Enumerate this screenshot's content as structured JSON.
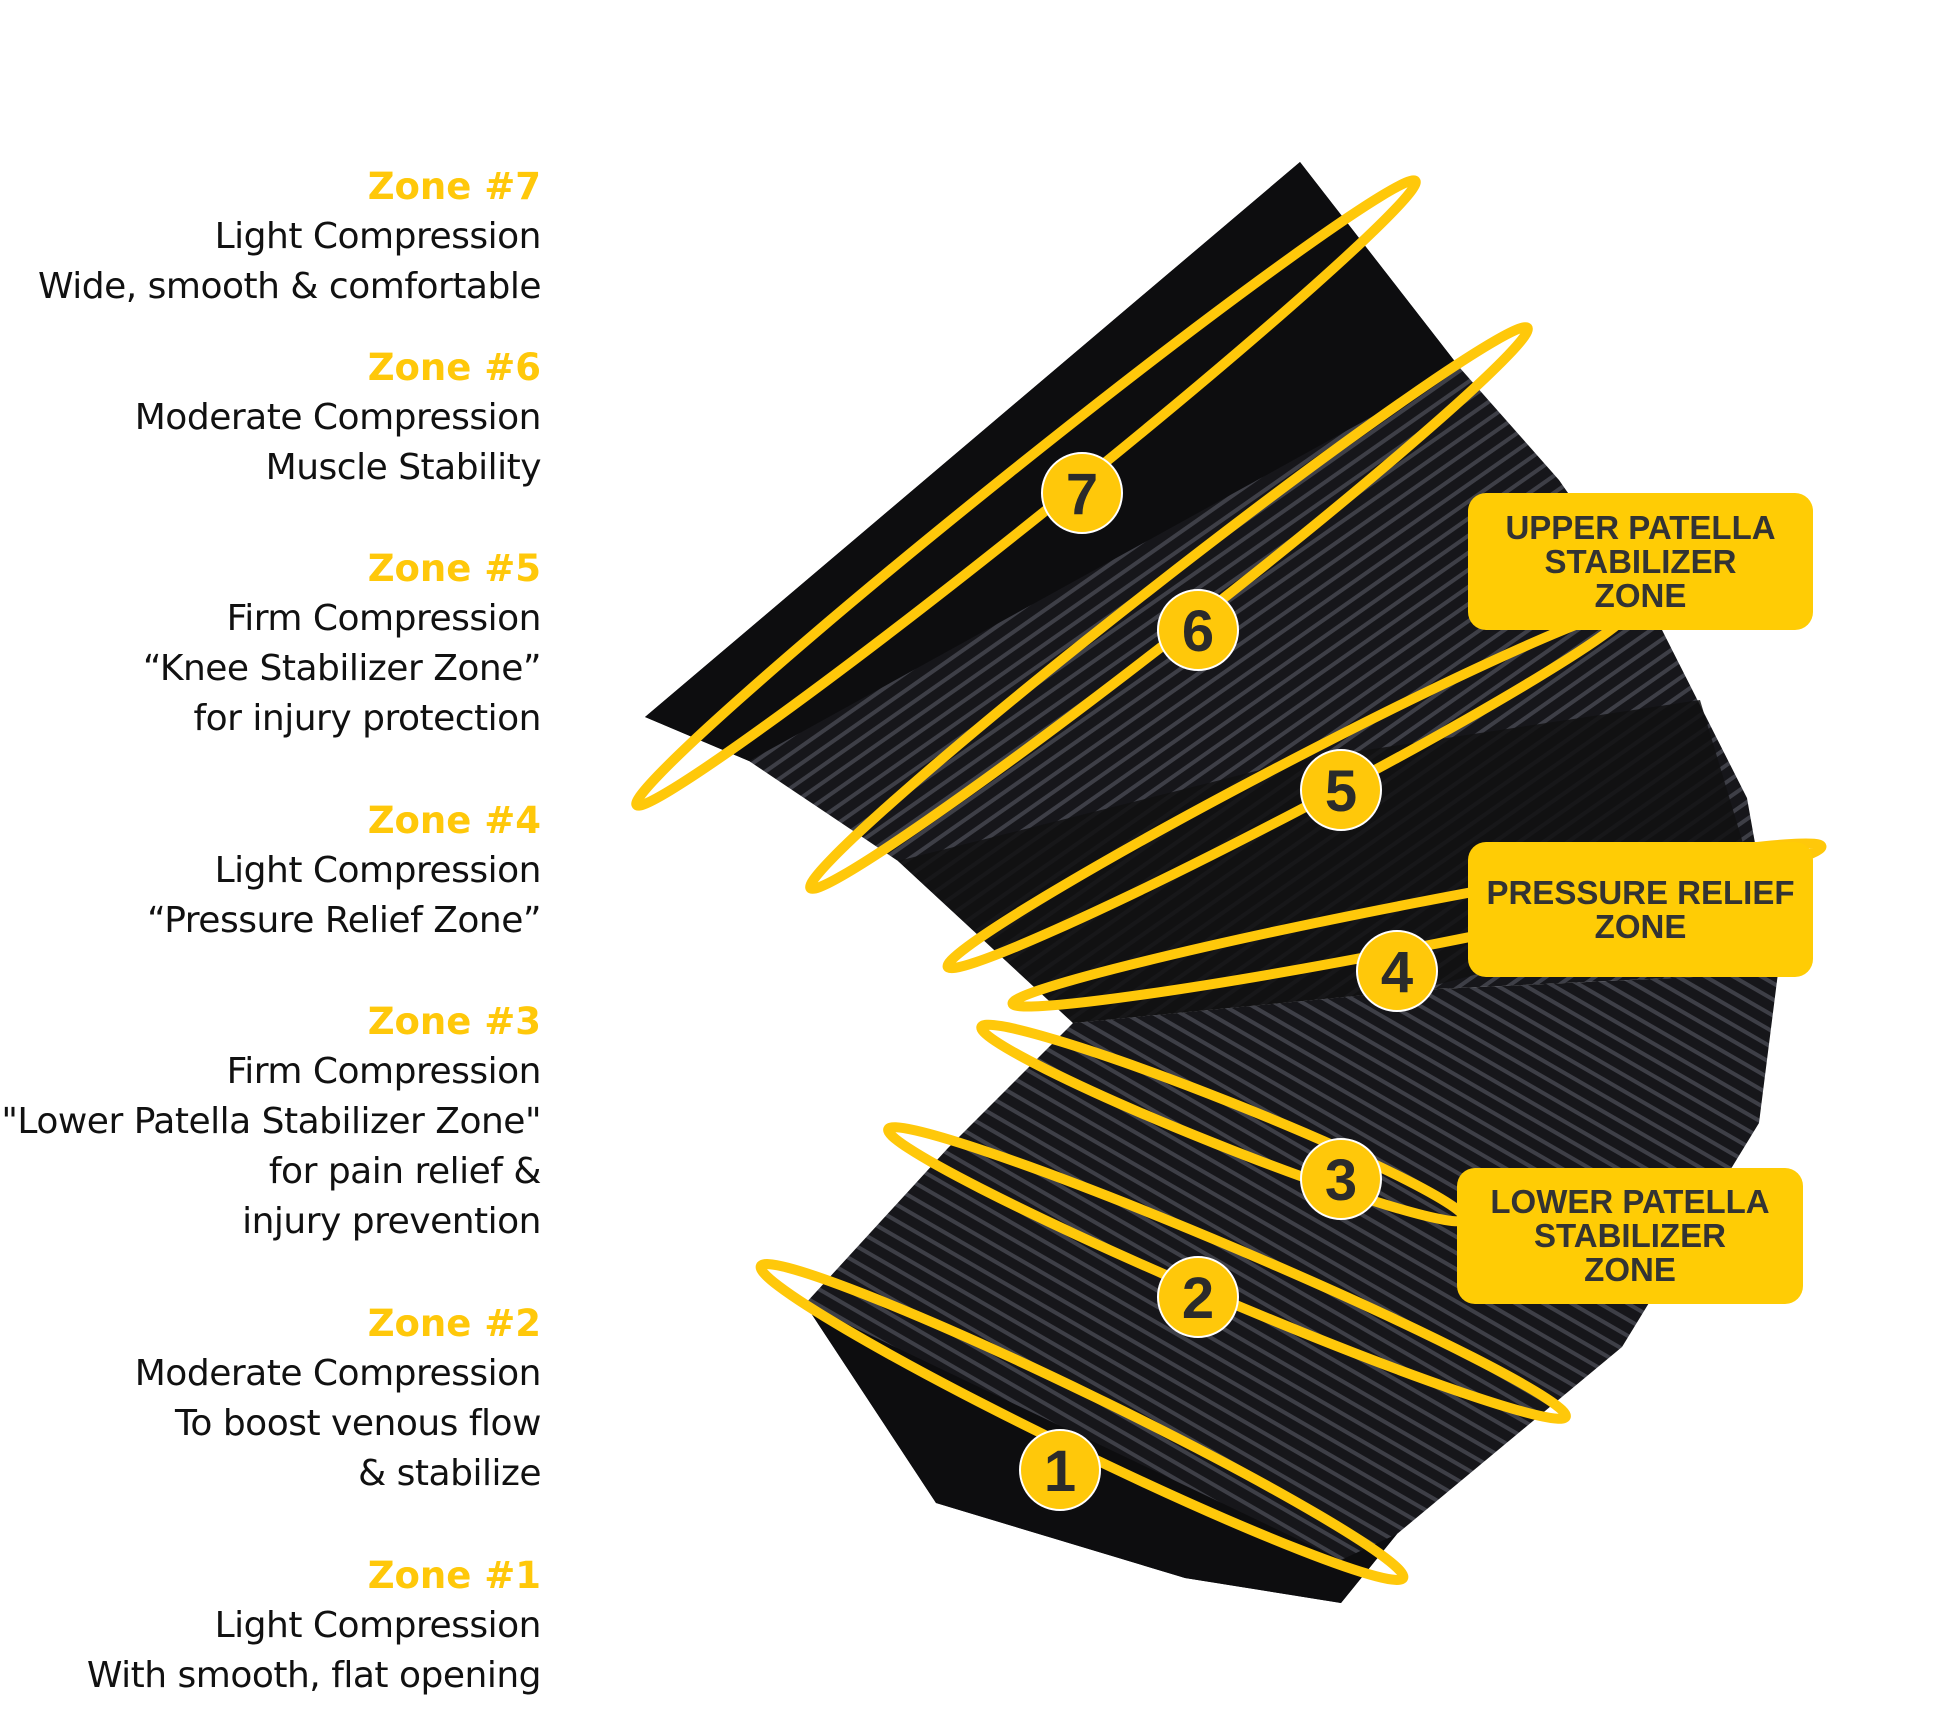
{
  "zones": [
    {
      "heading": "Zone #7",
      "lines": [
        "Light Compression",
        "Wide, smooth & comfortable"
      ]
    },
    {
      "heading": "Zone #6",
      "lines": [
        "Moderate Compression",
        "Muscle Stability"
      ]
    },
    {
      "heading": "Zone #5",
      "lines": [
        "Firm Compression",
        "“Knee Stabilizer Zone”",
        "for injury protection"
      ]
    },
    {
      "heading": "Zone #4",
      "lines": [
        "Light Compression",
        "“Pressure Relief Zone”"
      ]
    },
    {
      "heading": "Zone #3",
      "lines": [
        "Firm Compression",
        "\"Lower Patella Stabilizer Zone\"",
        "for  pain relief &",
        "injury prevention"
      ]
    },
    {
      "heading": "Zone #2",
      "lines": [
        "Moderate Compression",
        "To boost venous flow",
        "& stabilize"
      ]
    },
    {
      "heading": "Zone #1",
      "lines": [
        "Light Compression",
        "With smooth, flat opening"
      ]
    }
  ],
  "ring_numbers": [
    "7",
    "6",
    "5",
    "4",
    "3",
    "2",
    "1"
  ],
  "callouts": [
    {
      "lines": [
        "UPPER PATELLA",
        "STABILIZER",
        "ZONE"
      ]
    },
    {
      "lines": [
        "PRESSURE RELIEF",
        "ZONE"
      ]
    },
    {
      "lines": [
        "LOWER PATELLA",
        "STABILIZER",
        "ZONE"
      ]
    }
  ],
  "colors": {
    "accent": "#FFC80A",
    "callout_text": "#333333",
    "fabric": "#121214"
  }
}
